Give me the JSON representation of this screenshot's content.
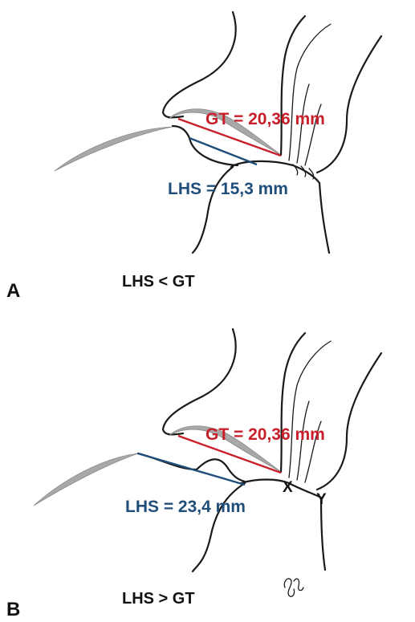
{
  "panels": [
    {
      "letter": "A",
      "gt_label": "GT = 20,36 mm",
      "lhs_label": "LHS = 15,3 mm",
      "relation": "LHS < GT"
    },
    {
      "letter": "B",
      "gt_label": "GT = 20,36 mm",
      "lhs_label": "LHS = 23,4 mm",
      "relation": "LHS > GT",
      "point_x": "X",
      "point_y": "Y",
      "signature": "SR"
    }
  ],
  "colors": {
    "gt": "#c8202a",
    "lhs": "#1f4e7a",
    "outline": "#1a1a1a",
    "labrum": "#a8a8a8"
  }
}
